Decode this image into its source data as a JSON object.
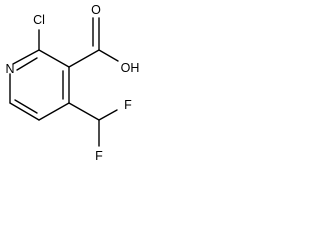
{
  "molecule": {
    "atoms": {
      "nitrogen": "N",
      "chlorine": "Cl",
      "hydroxyl": "OH",
      "carbonyl_oxygen": "O",
      "fluorine_top": "F",
      "fluorine_bottom": "F"
    }
  }
}
